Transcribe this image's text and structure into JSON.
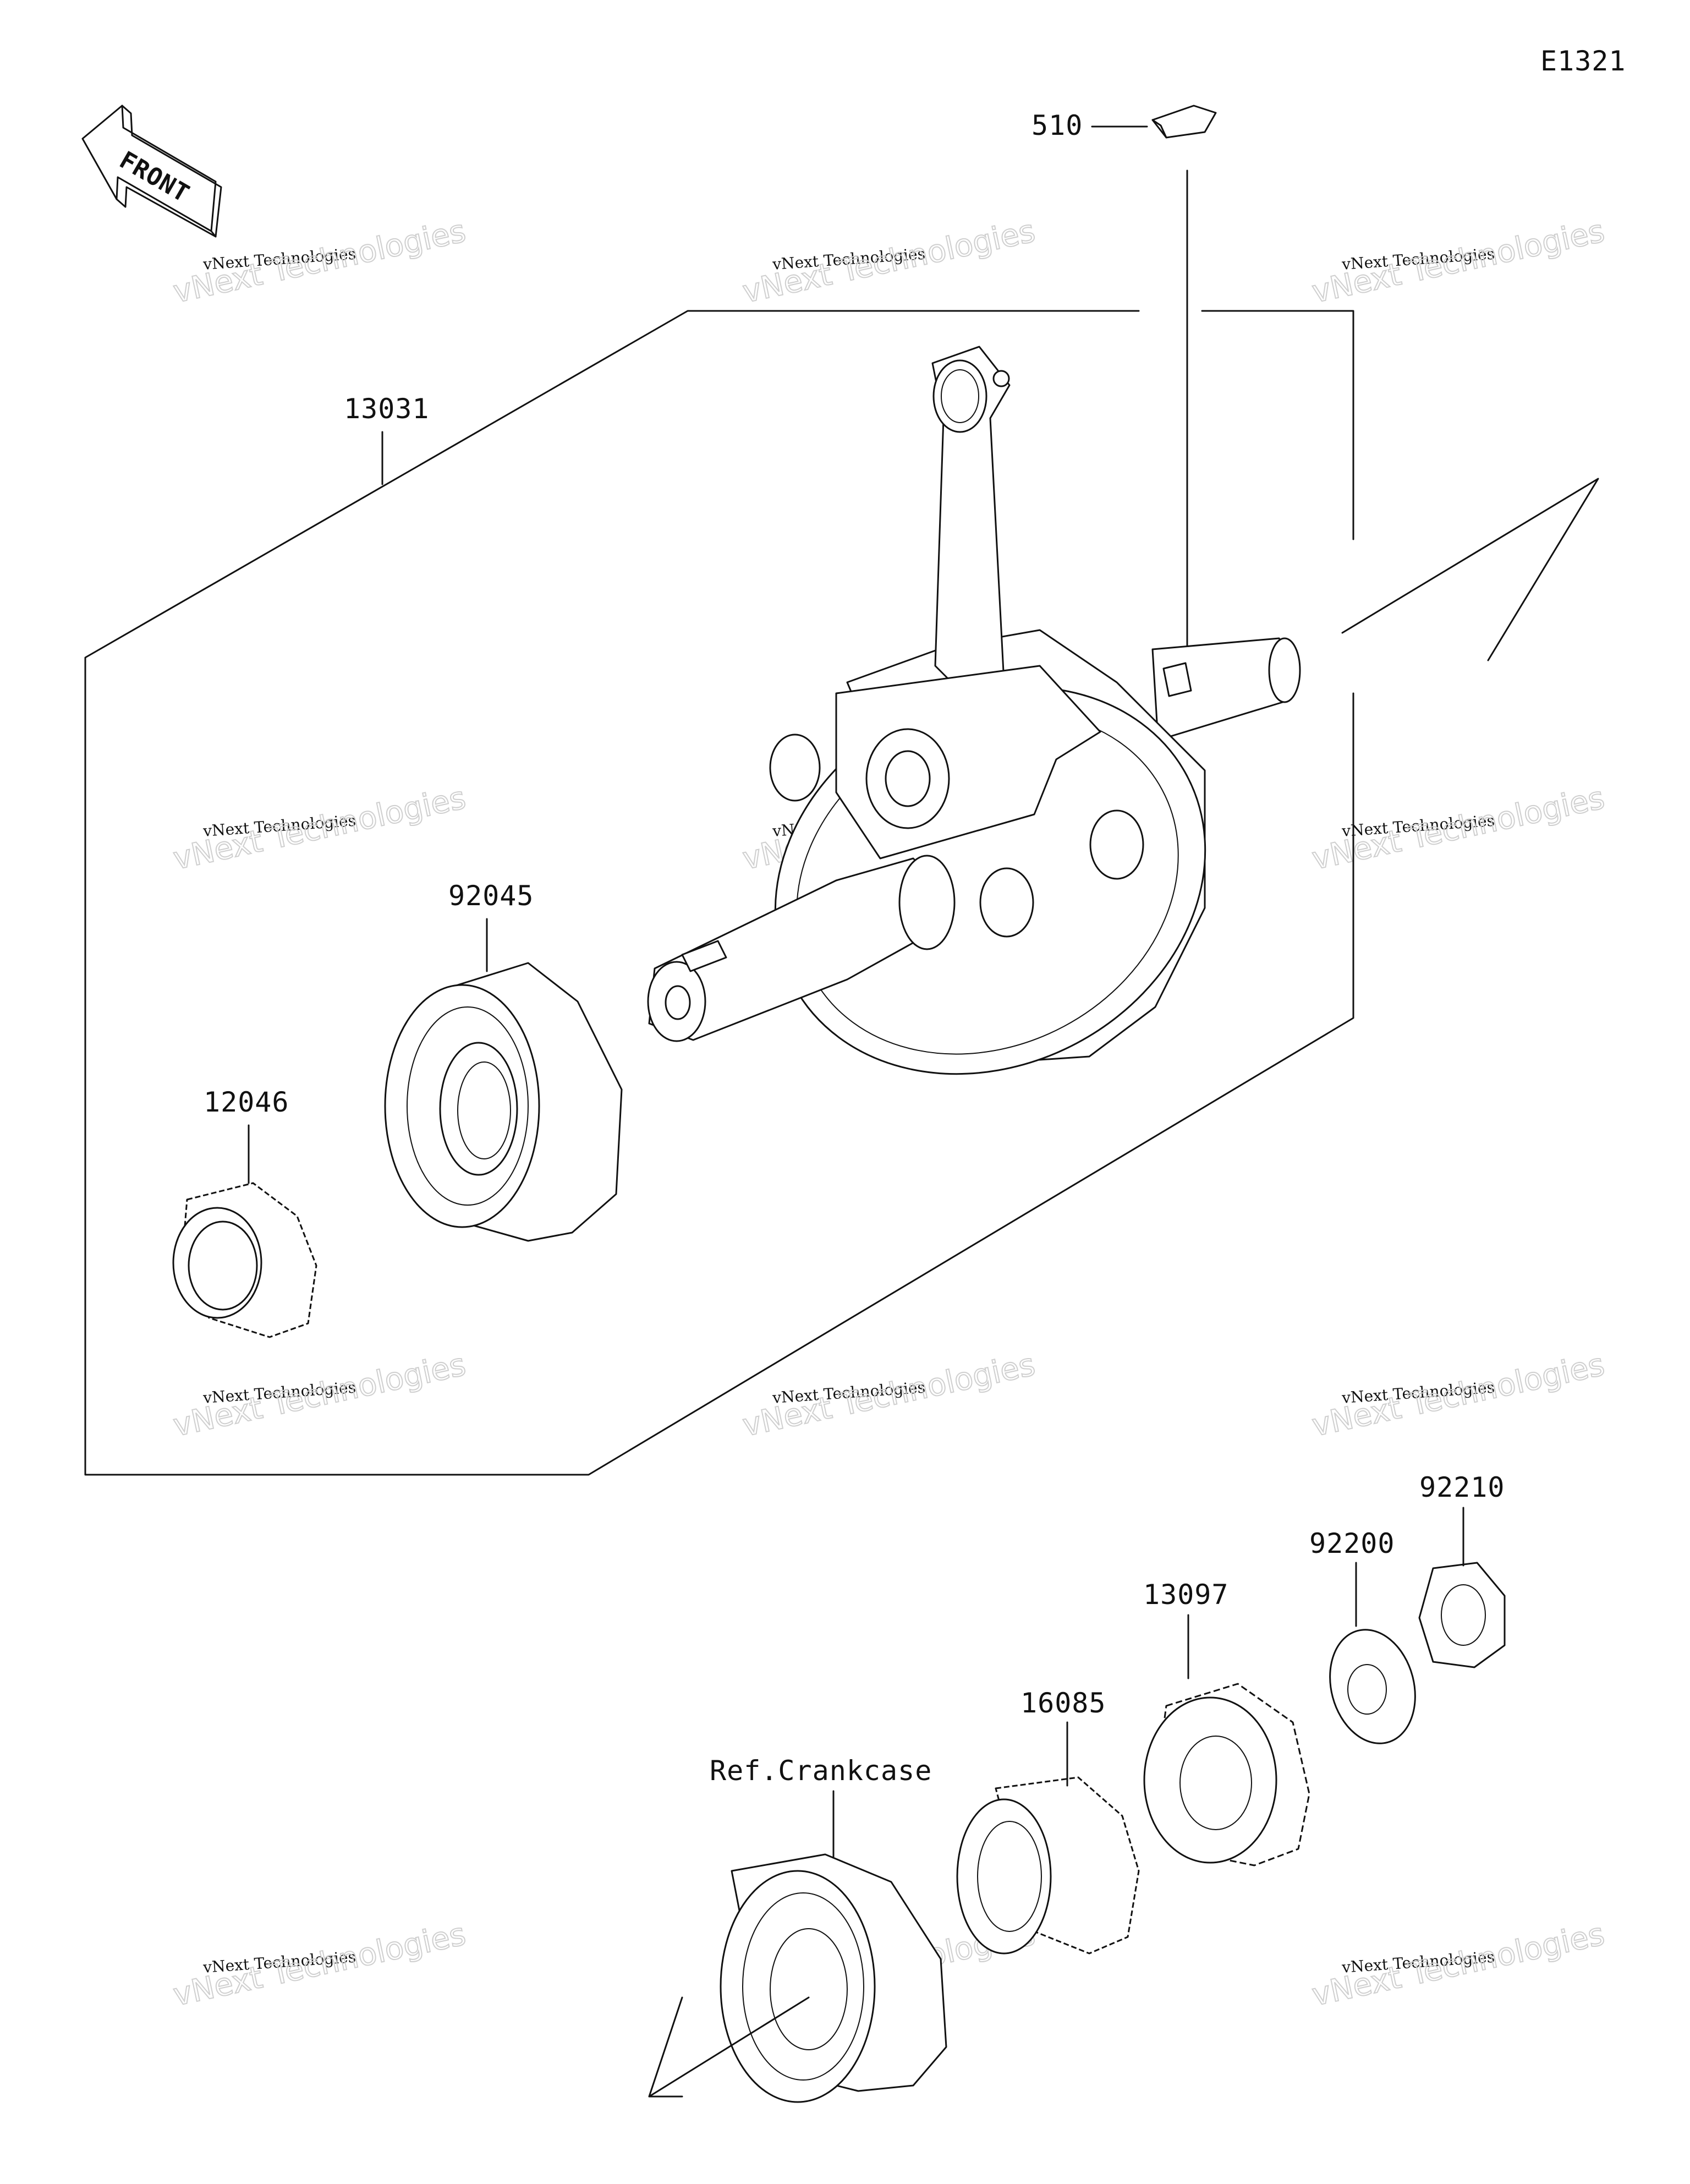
{
  "diagram": {
    "code": "E1321",
    "front_label": "FRONT",
    "labels": {
      "p510": "510",
      "p13031": "13031",
      "p92045": "92045",
      "p12046": "12046",
      "p92210": "92210",
      "p92200": "92200",
      "p13097": "13097",
      "p16085": "16085",
      "ref": "Ref.Crankcase"
    },
    "watermark": {
      "line1": "vNext Technologies",
      "line2": "vNext Technologies"
    }
  }
}
